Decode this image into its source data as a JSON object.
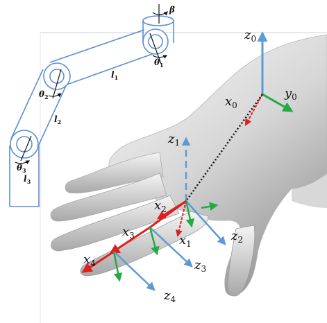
{
  "figure": {
    "colors": {
      "robot": "#5b8fd4",
      "axis_blue": "#5b9bd5",
      "axis_red": "#e01e1e",
      "axis_green": "#22aa44",
      "hand_light": "#f2f2f2",
      "hand_dark": "#8a8a8a",
      "dotted": "#000000"
    },
    "robot_labels": {
      "beta": "β",
      "theta1": "θ",
      "theta1_sub": "1",
      "theta2": "θ",
      "theta2_sub": "2",
      "theta3": "θ",
      "theta3_sub": "3",
      "l1": "l",
      "l1_sub": "1",
      "l2": "l",
      "l2_sub": "2",
      "l3": "l",
      "l3_sub": "3"
    },
    "frame_labels": {
      "z0": "z",
      "z0_sub": "0",
      "y0": "y",
      "y0_sub": "0",
      "x0": "x",
      "x0_sub": "0",
      "z1": "z",
      "z1_sub": "1",
      "x1": "x",
      "x1_sub": "1",
      "x2": "x",
      "x2_sub": "2",
      "z2": "z",
      "z2_sub": "2",
      "x3": "x",
      "x3_sub": "3",
      "z3": "z",
      "z3_sub": "3",
      "x4": "x",
      "x4_sub": "4",
      "z4": "z",
      "z4_sub": "4"
    }
  }
}
